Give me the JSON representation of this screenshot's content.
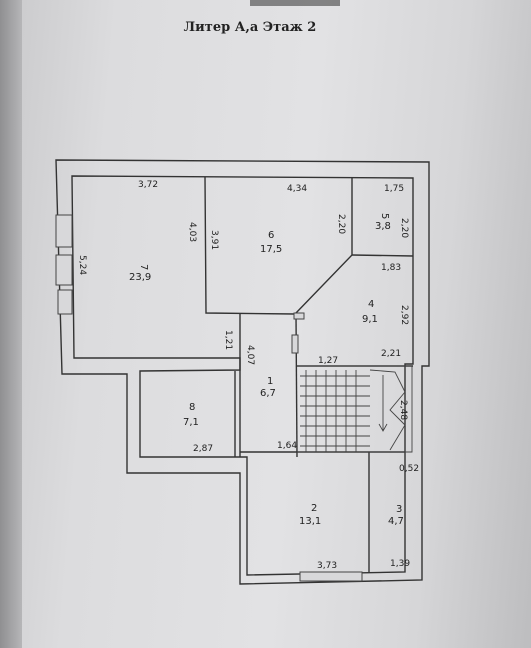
{
  "header": {
    "title": "Литер А,а Этаж 2"
  },
  "rooms": [
    {
      "number": "1",
      "area": "6,7"
    },
    {
      "number": "2",
      "area": "13,1"
    },
    {
      "number": "3",
      "area": "4,7"
    },
    {
      "number": "4",
      "area": "9,1"
    },
    {
      "number": "5",
      "area": "3,8"
    },
    {
      "number": "6",
      "area": "17,5"
    },
    {
      "number": "7",
      "area": "23,9"
    },
    {
      "number": "8",
      "area": "7,1"
    }
  ],
  "dimensions": {
    "d_3_72": "3,72",
    "d_4_34": "4,34",
    "d_1_75": "1,75",
    "d_4_03": "4,03",
    "d_3_91": "3,91",
    "d_2_20a": "2,20",
    "d_2_20b": "2,20",
    "d_5_24": "5,24",
    "d_1_83": "1,83",
    "d_2_92": "2,92",
    "d_1_21": "1,21",
    "d_4_07": "4,07",
    "d_1_27": "1,27",
    "d_2_21": "2,21",
    "d_2_48": "2,48",
    "d_2_87": "2,87",
    "d_1_64": "1,64",
    "d_0_52": "0,52",
    "d_3_73": "3,73",
    "d_1_39": "1,39"
  }
}
